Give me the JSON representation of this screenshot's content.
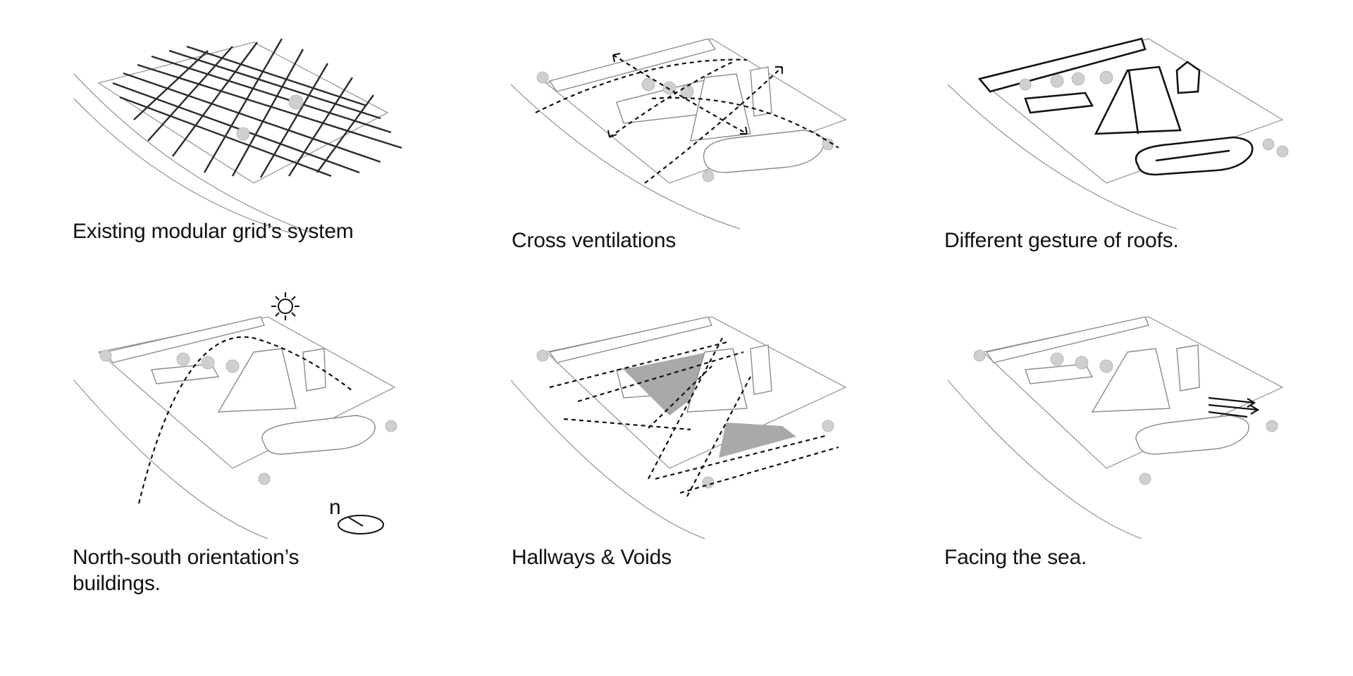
{
  "panels": [
    {
      "id": "grid",
      "caption_lines": [
        "Existing modular grid’s system"
      ]
    },
    {
      "id": "ventilation",
      "caption_lines": [
        "Cross ventilations"
      ]
    },
    {
      "id": "roofs",
      "caption_lines": [
        "Different gesture of roofs."
      ]
    },
    {
      "id": "orientation",
      "caption_lines": [
        "North-south orientation’s",
        "buildings."
      ]
    },
    {
      "id": "voids",
      "caption_lines": [
        "Hallways & Voids"
      ]
    },
    {
      "id": "sea",
      "caption_lines": [
        "Facing the sea."
      ]
    }
  ],
  "north_label": "n",
  "icons": {
    "sun": "sun-icon",
    "compass": "north-compass-icon",
    "arrows": "sea-arrows-icon"
  }
}
